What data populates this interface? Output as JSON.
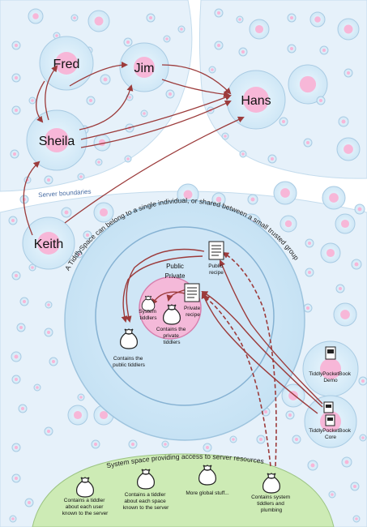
{
  "people": {
    "fred": "Fred",
    "jim": "Jim",
    "hans": "Hans",
    "sheila": "Sheila",
    "keith": "Keith"
  },
  "labels": {
    "server_boundaries": "Server boundaries",
    "arc_top": "A TiddlySpace can belong to a single individual, or shared between a small trusted group",
    "arc_bottom": "System space providing access to server resources",
    "public": "Public",
    "private": "Private",
    "public_recipe": "Public recipe",
    "private_recipe": "Private recipe",
    "system_tiddlers": "System tiddlers",
    "private_tiddlers": "Contains the private tiddlers",
    "public_tiddlers": "Contains the public tiddlers",
    "pocketbook_demo": "TiddlyPocketBook Demo",
    "pocketbook_core": "TiddlyPocketBook Core",
    "bag_users": "Contains a tiddler about each user known to the server",
    "bag_spaces": "Contains a tiddler about each space known to the server",
    "bag_global": "More global stuff...",
    "bag_system": "Contains system tiddlers and plumbing"
  },
  "colors": {
    "cell_fill": "#d9eefa",
    "cell_stroke": "#a9cbe3",
    "nucleus": "#f7b7d8",
    "server_bg": "#e8f2fb",
    "system_space": "#cdebb5",
    "arrow_solid": "#9c3b3b",
    "arrow_dashed": "#9c3b3b"
  }
}
